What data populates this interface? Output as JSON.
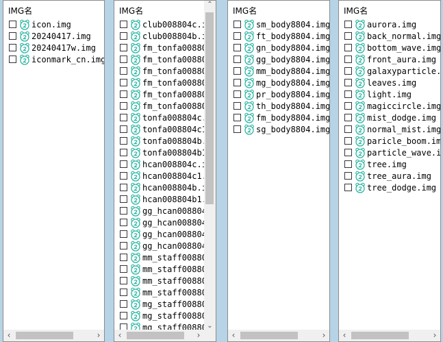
{
  "panels": [
    {
      "header": "IMG名",
      "files": [
        "icon.img",
        "20240417.img",
        "20240417w.img",
        "iconmark_cn.img"
      ]
    },
    {
      "header": "IMG名",
      "files": [
        "club008804c.i",
        "club008804b.i",
        "fm_tonfa00880",
        "fm_tonfa00880",
        "fm_tonfa00880",
        "fm_tonfa00880",
        "fm_tonfa00880",
        "fm_tonfa00880",
        "tonfa008804c.",
        "tonfa008804c1",
        "tonfa008804b.",
        "tonfa008804b1",
        "hcan008804c.i",
        "hcan008804c1.",
        "hcan008804b.i",
        "hcan008804b1.",
        "gg_hcan008804",
        "gg_hcan008804",
        "gg_hcan008804",
        "gg_hcan008804",
        "mm_staff00880",
        "mm_staff00880",
        "mm_staff00880",
        "mm_staff00880",
        "mg_staff00880",
        "mg_staff00880",
        "mg_staff00880"
      ]
    },
    {
      "header": "IMG名",
      "files": [
        "sm_body8804.img",
        "ft_body8804.img",
        "gn_body8804.img",
        "gg_body8804.img",
        "mm_body8804.img",
        "mg_body8804.img",
        "pr_body8804.img",
        "th_body8804.img",
        "fm_body8804.img",
        "sg_body8804.img"
      ]
    },
    {
      "header": "IMG名",
      "files": [
        "aurora.img",
        "back_normal.img",
        "bottom_wave.img",
        "front_aura.img",
        "galaxyparticle.i",
        "leaves.img",
        "light.img",
        "magiccircle.img",
        "mist_dodge.img",
        "normal_mist.img",
        "paricle_boom.img",
        "particle_wave.im",
        "tree.img",
        "tree_aura.img",
        "tree_dodge.img"
      ]
    }
  ],
  "icon_name": "file-face-icon",
  "colors": {
    "icon": "#2bb5a2",
    "background": "#b7d3e6"
  }
}
